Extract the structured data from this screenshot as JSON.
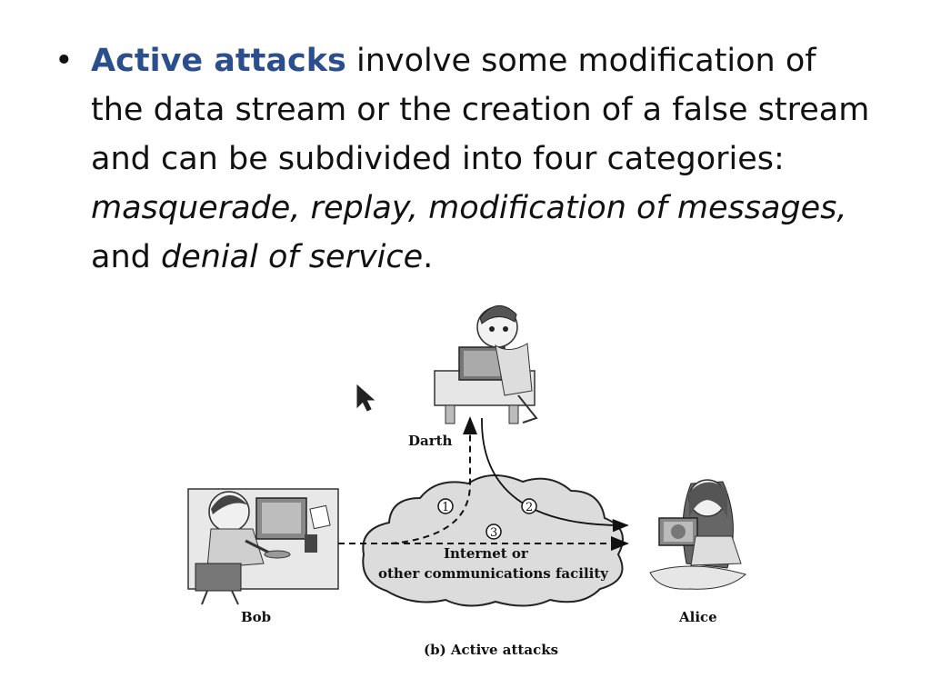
{
  "slide": {
    "bullet_symbol": "•",
    "term": "Active attacks",
    "part1": " involve some modification of the data stream or the creation of a false stream and can be subdivided into four categories: ",
    "cat1": "masquerade, replay, modification of messages,",
    "part2": " and ",
    "cat2": "denial of service",
    "period": "."
  },
  "figure": {
    "darth_label": "Darth",
    "bob_label": "Bob",
    "alice_label": "Alice",
    "cloud_label_line1": "Internet or",
    "cloud_label_line2": "other communications facility",
    "step1": "1",
    "step2": "2",
    "step3": "3",
    "caption": "(b) Active attacks"
  }
}
